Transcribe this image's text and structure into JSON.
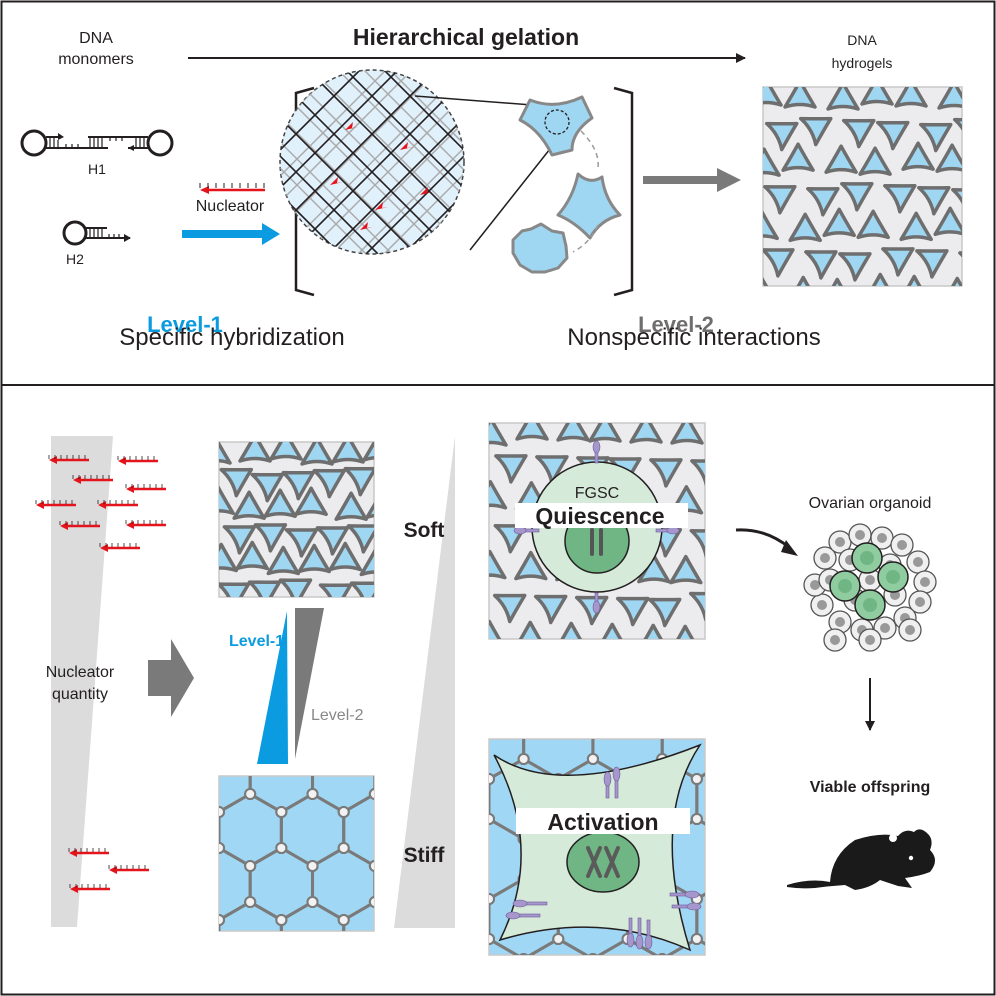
{
  "top_panel": {
    "title": "Hierarchical gelation",
    "left_label_line1": "DNA",
    "left_label_line2": "monomers",
    "right_label_line1": "DNA",
    "right_label_line2": "hydrogels",
    "h1_label": "H1",
    "h2_label": "H2",
    "nucleator_label": "Nucleator",
    "level1_title": "Level-1",
    "level1_desc": "Specific hybridization",
    "level2_title": "Level-2",
    "level2_desc": "Nonspecific interactions"
  },
  "bottom_panel": {
    "nucleator_quantity_line1": "Nucleator",
    "nucleator_quantity_line2": "quantity",
    "level1_label": "Level-1",
    "level2_label": "Level-2",
    "soft_label": "Soft",
    "stiff_label": "Stiff",
    "fgsc_label": "FGSC",
    "quiescence_label": "Quiescence",
    "activation_label": "Activation",
    "organoid_label": "Ovarian organoid",
    "offspring_label": "Viable offspring"
  },
  "colors": {
    "level1_blue": "#0a9be0",
    "level2_gray": "#6e6e6e",
    "nucleator_red": "#e3141b",
    "gel_blue": "#9fd6f2",
    "gel_gray_bg": "#ececee",
    "cell_green": "#d5ead9",
    "nucleus_green": "#6fb684",
    "receptor_purple": "#a596cc"
  }
}
